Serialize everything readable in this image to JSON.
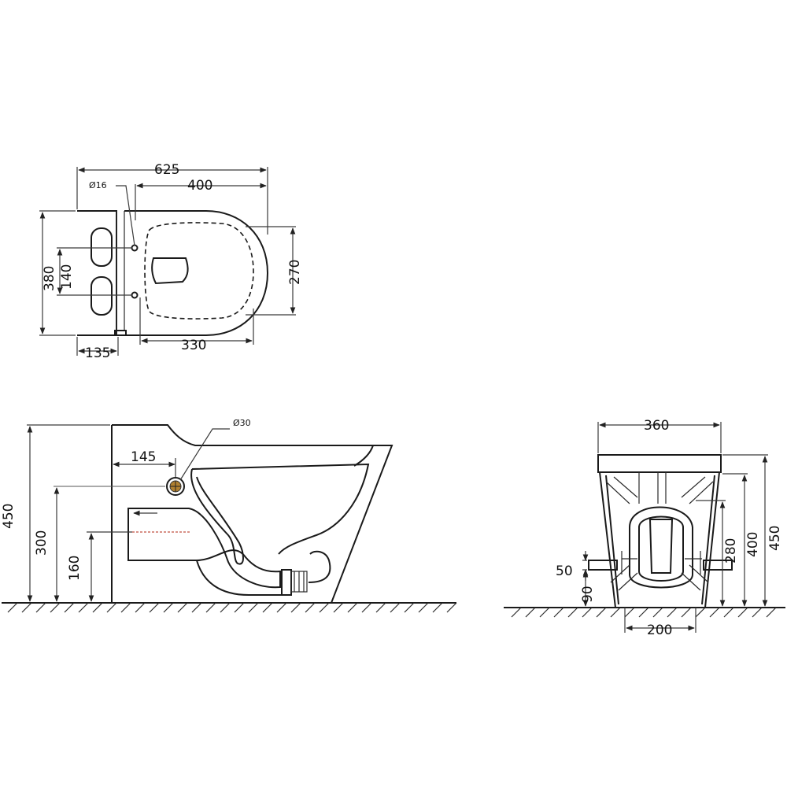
{
  "top_view": {
    "overall_length": "625",
    "seat_length": "400",
    "hole_diameter": "Ø16",
    "overall_width": "380",
    "hole_spacing": "140",
    "seat_width": "270",
    "front_to_hole": "330",
    "back_depth": "135"
  },
  "side_view": {
    "inlet_diameter": "Ø30",
    "inlet_offset": "145",
    "total_height": "450",
    "inlet_height": "300",
    "outlet_height": "160"
  },
  "front_view": {
    "width": "360",
    "bolt_offset": "50",
    "bolt_height": "90",
    "base_width": "200",
    "inner_height": "280",
    "body_height": "400",
    "total_height": "450"
  }
}
